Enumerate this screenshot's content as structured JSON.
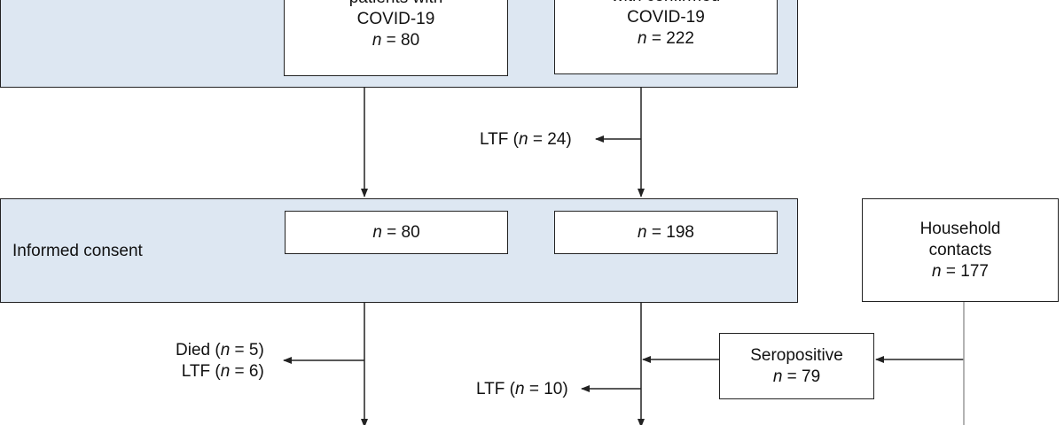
{
  "top_band": {
    "left_box": {
      "line1": "patients with",
      "line2": "COVID-19",
      "n_var": "n",
      "n_eq": " = 80"
    },
    "right_box": {
      "line1": "with confirmed",
      "line2": "COVID-19",
      "n_var": "n",
      "n_eq": " = 222"
    }
  },
  "ltf_24": {
    "prefix": "LTF (",
    "n_var": "n",
    "rest": " = 24)"
  },
  "consent_band": {
    "label": "Informed consent",
    "left_box": {
      "n_var": "n",
      "n_eq": " = 80"
    },
    "right_box": {
      "n_var": "n",
      "n_eq": " = 198"
    }
  },
  "household": {
    "line1": "Household",
    "line2": "contacts",
    "n_var": "n",
    "n_eq": " = 177"
  },
  "seropositive": {
    "line1": "Seropositive",
    "n_var": "n",
    "n_eq": " = 79"
  },
  "died_ltf": {
    "died_prefix": "Died (",
    "died_var": "n",
    "died_rest": " = 5)",
    "ltf_prefix": "LTF (",
    "ltf_var": "n",
    "ltf_rest": " = 6)"
  },
  "ltf_10": {
    "prefix": "LTF (",
    "n_var": "n",
    "rest": " = 10)"
  },
  "colors": {
    "band_fill": "#dde7f2",
    "line": "#222222",
    "household_line": "#9a9a9a"
  }
}
